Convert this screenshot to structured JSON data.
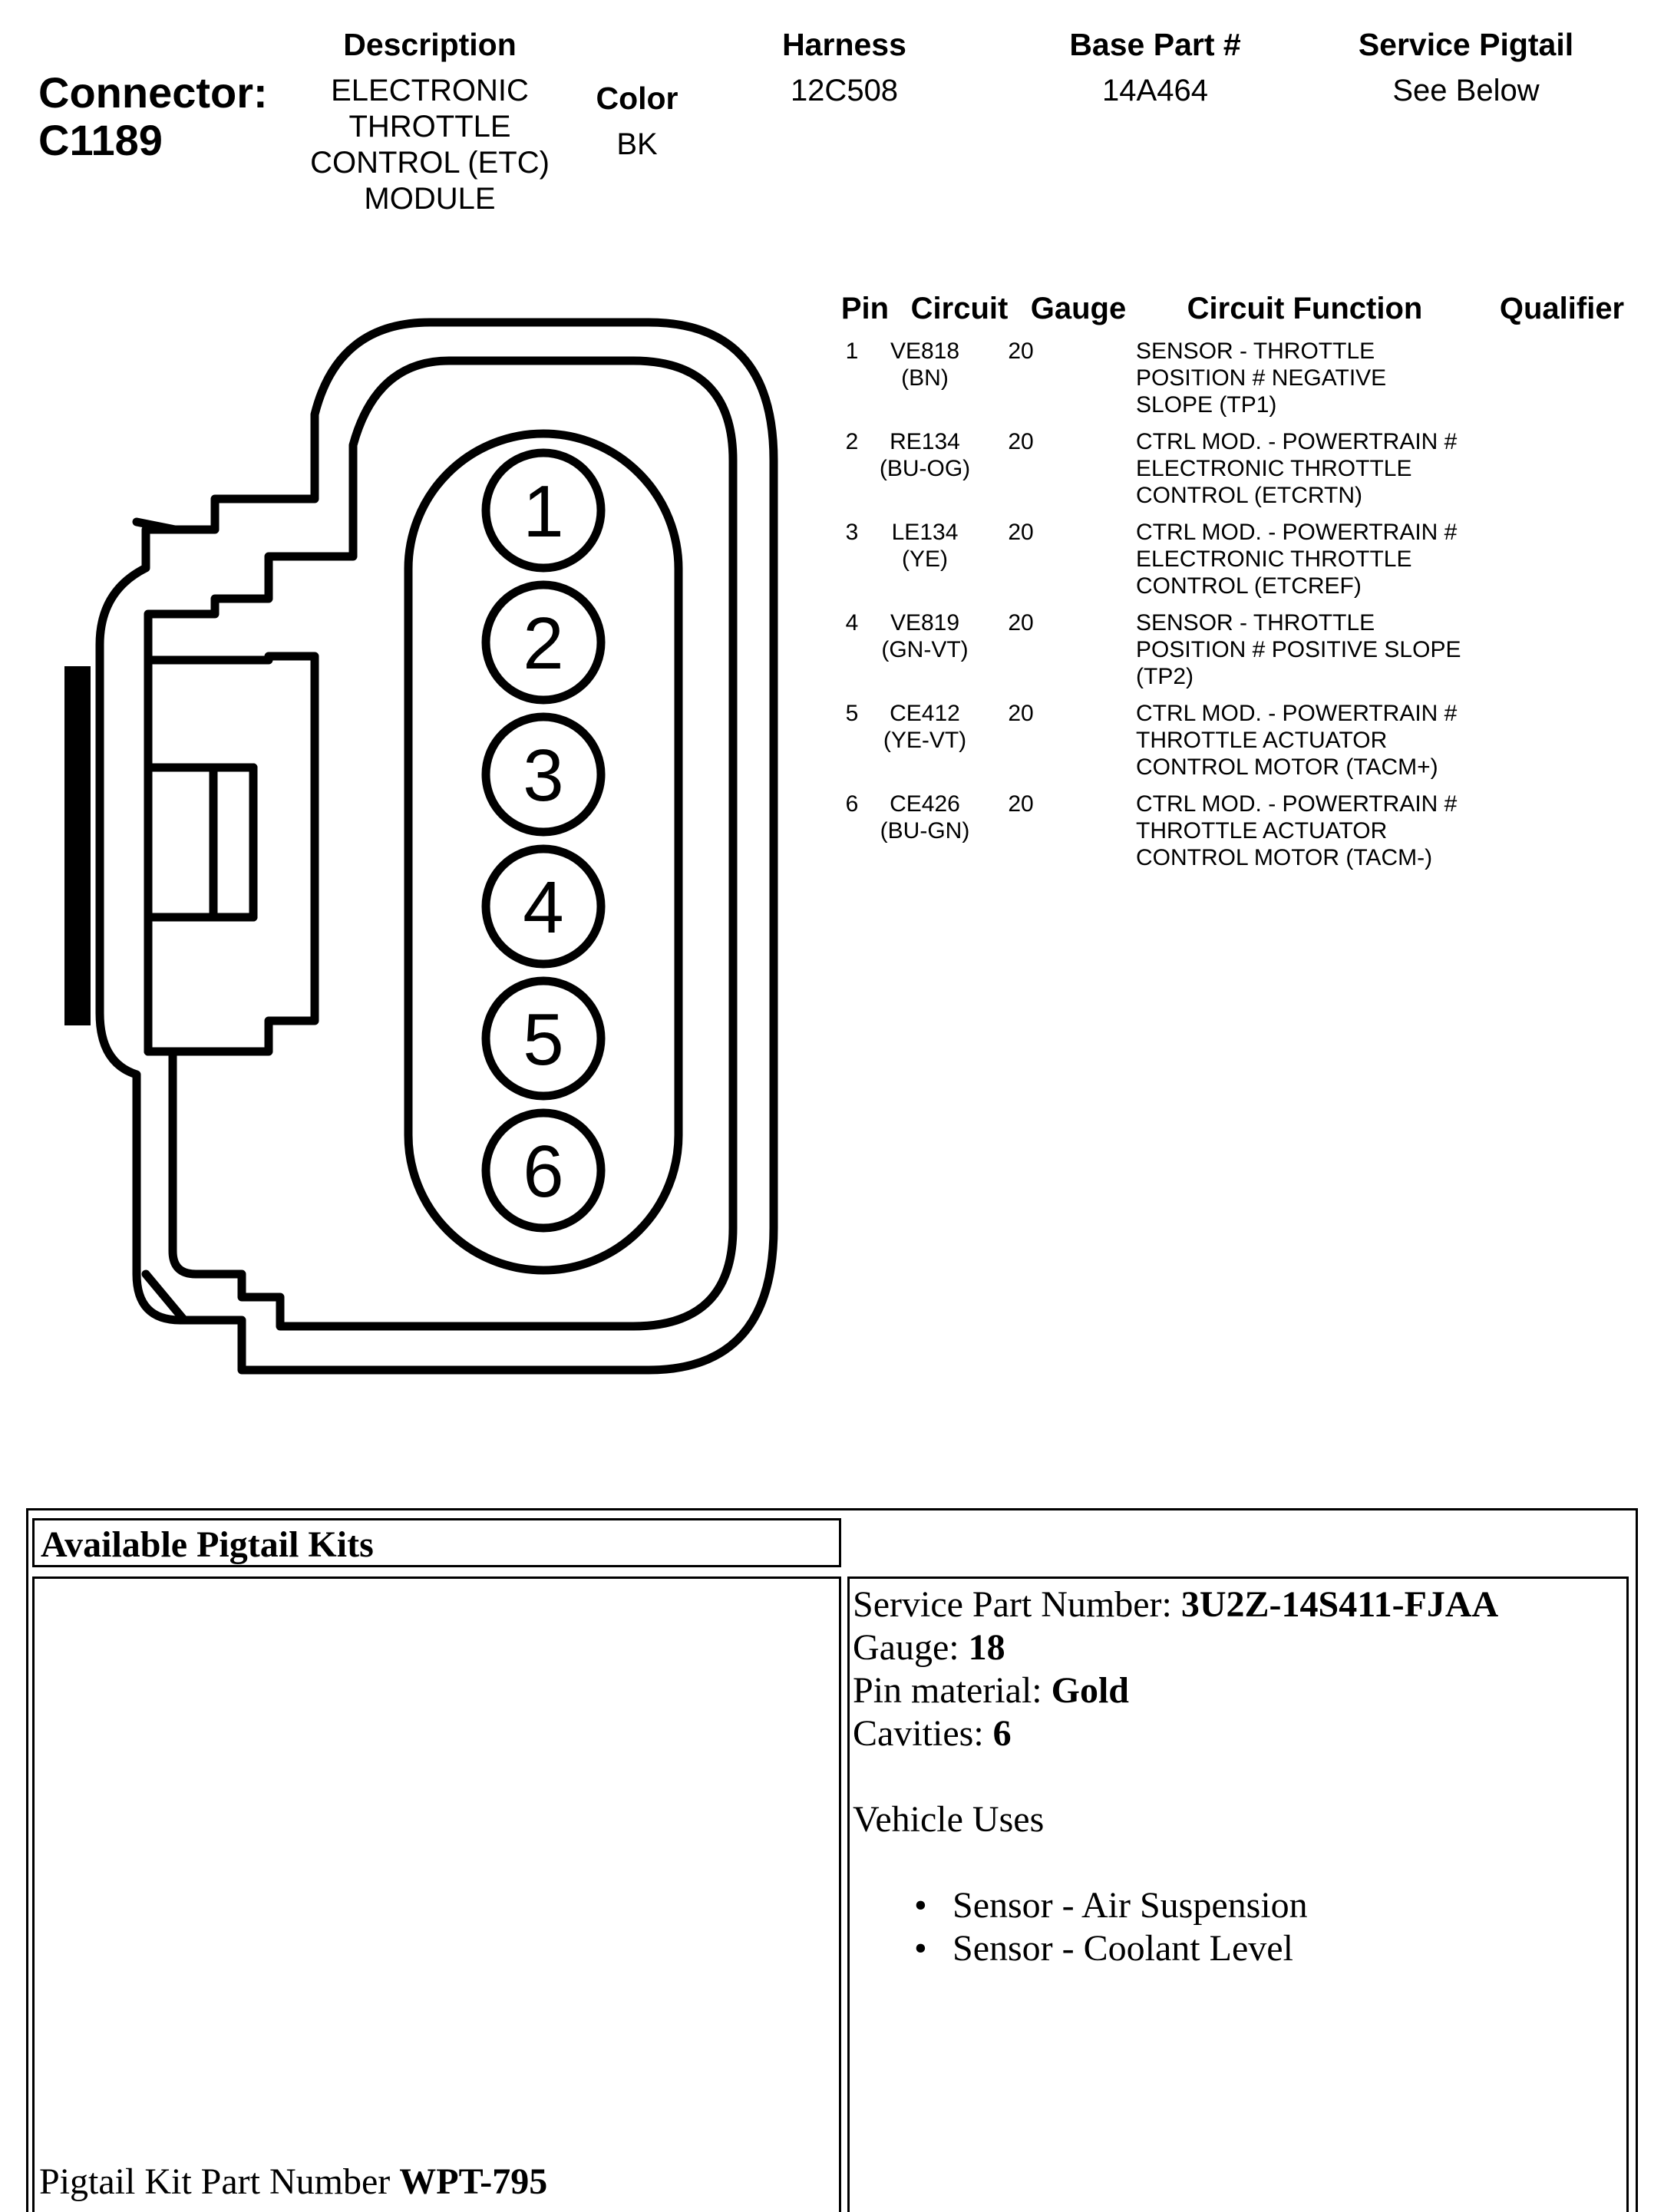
{
  "connector": {
    "label_prefix": "Connector:",
    "id": "C1189"
  },
  "header": {
    "description_label": "Description",
    "description_value": "ELECTRONIC THROTTLE CONTROL (ETC) MODULE",
    "color_label": "Color",
    "color_value": "BK",
    "harness_label": "Harness",
    "harness_value": "12C508",
    "base_part_label": "Base Part #",
    "base_part_value": "14A464",
    "service_pigtail_label": "Service Pigtail",
    "service_pigtail_value": "See Below"
  },
  "pin_table": {
    "headers": {
      "pin": "Pin",
      "circuit": "Circuit",
      "gauge": "Gauge",
      "function": "Circuit Function",
      "qualifier": "Qualifier"
    },
    "rows": [
      {
        "pin": "1",
        "circuit": "VE818",
        "color": "(BN)",
        "gauge": "20",
        "function": "SENSOR - THROTTLE\nPOSITION # NEGATIVE\nSLOPE (TP1)",
        "qualifier": ""
      },
      {
        "pin": "2",
        "circuit": "RE134",
        "color": "(BU-OG)",
        "gauge": "20",
        "function": "CTRL MOD. - POWERTRAIN #\nELECTRONIC THROTTLE\nCONTROL (ETCRTN)",
        "qualifier": ""
      },
      {
        "pin": "3",
        "circuit": "LE134",
        "color": "(YE)",
        "gauge": "20",
        "function": "CTRL MOD. - POWERTRAIN #\nELECTRONIC THROTTLE\nCONTROL (ETCREF)",
        "qualifier": ""
      },
      {
        "pin": "4",
        "circuit": "VE819",
        "color": "(GN-VT)",
        "gauge": "20",
        "function": "SENSOR - THROTTLE\nPOSITION # POSITIVE SLOPE\n(TP2)",
        "qualifier": ""
      },
      {
        "pin": "5",
        "circuit": "CE412",
        "color": "(YE-VT)",
        "gauge": "20",
        "function": "CTRL MOD. - POWERTRAIN #\nTHROTTLE ACTUATOR\nCONTROL MOTOR (TACM+)",
        "qualifier": ""
      },
      {
        "pin": "6",
        "circuit": "CE426",
        "color": "(BU-GN)",
        "gauge": "20",
        "function": "CTRL MOD. - POWERTRAIN #\nTHROTTLE ACTUATOR\nCONTROL MOTOR (TACM-)",
        "qualifier": ""
      }
    ]
  },
  "drawing": {
    "pin_numbers": [
      "1",
      "2",
      "3",
      "4",
      "5",
      "6"
    ]
  },
  "pigtail": {
    "title": "Available Pigtail Kits",
    "kit_part_label": "Pigtail Kit Part Number",
    "kit_part_value": "WPT-795",
    "service_part_label": "Service Part Number:",
    "service_part_value": "3U2Z-14S411-FJAA",
    "gauge_label": "Gauge:",
    "gauge_value": "18",
    "pin_material_label": "Pin material:",
    "pin_material_value": "Gold",
    "cavities_label": "Cavities:",
    "cavities_value": "6",
    "vehicle_uses_label": "Vehicle Uses",
    "vehicle_uses": [
      "Sensor - Air Suspension",
      "Sensor - Coolant Level"
    ]
  }
}
